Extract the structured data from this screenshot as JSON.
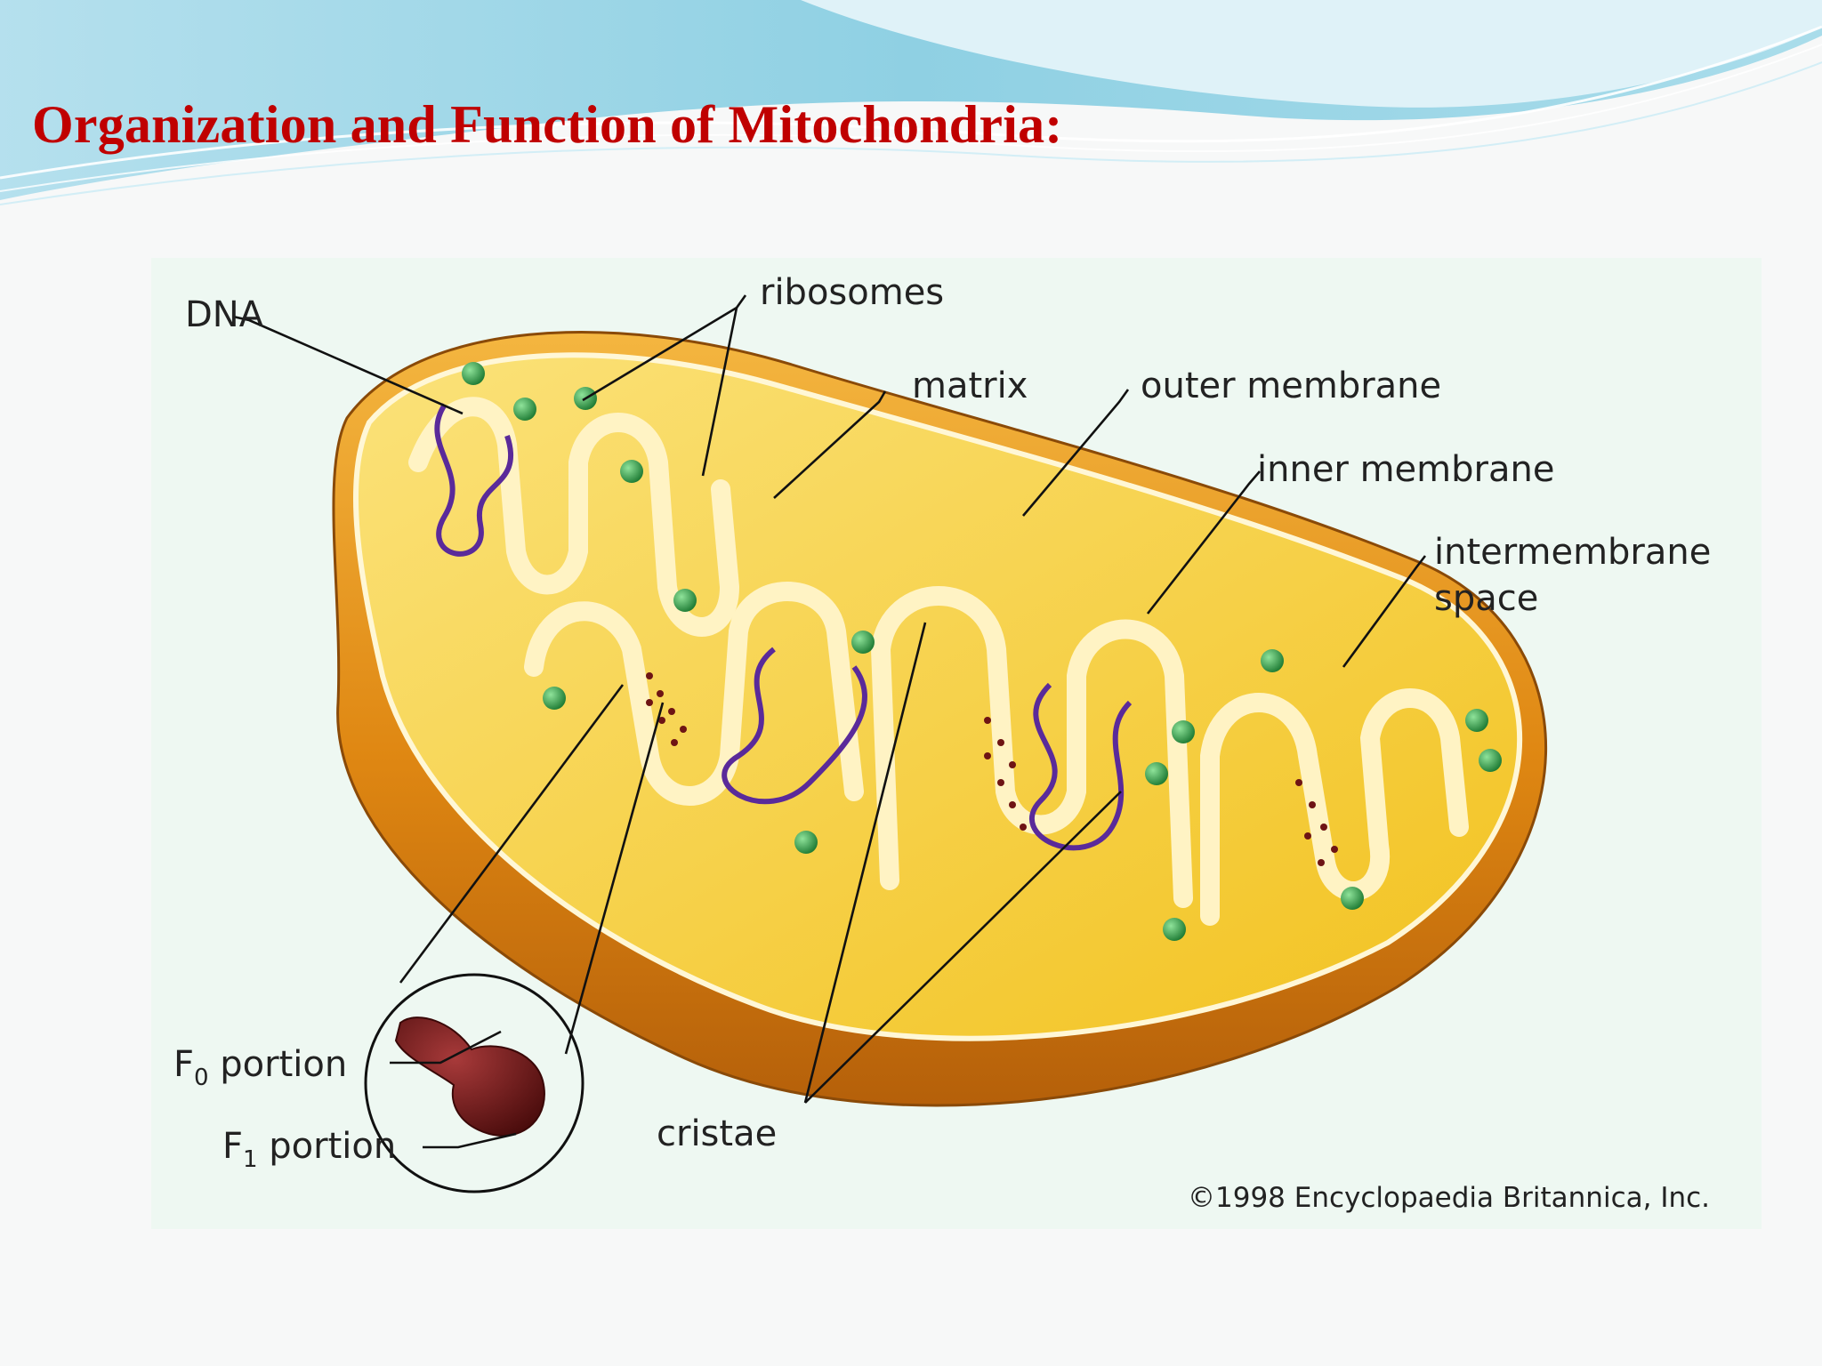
{
  "slide": {
    "title": "Organization and Function of Mitochondria:"
  },
  "diagram": {
    "labels": {
      "dna": "DNA",
      "ribosomes": "ribosomes",
      "matrix": "matrix",
      "outer_membrane": "outer membrane",
      "inner_membrane": "inner membrane",
      "intermembrane_line1": "intermembrane",
      "intermembrane_line2": "space",
      "f0_main": "F",
      "f0_sub": "0",
      "f0_rest": " portion",
      "f1_main": "F",
      "f1_sub": "1",
      "f1_rest": " portion",
      "cristae": "cristae"
    },
    "credit": "©1998 Encyclopaedia Britannica, Inc."
  },
  "colors": {
    "title": "#c00000",
    "outer_shell": "#e08a10",
    "inner_fill": "#f7cc2e",
    "ribosome": "#2e9a44",
    "dna": "#5a2a9a",
    "atp_synthase": "#6e1414",
    "figure_bg": "#eef8f2"
  }
}
